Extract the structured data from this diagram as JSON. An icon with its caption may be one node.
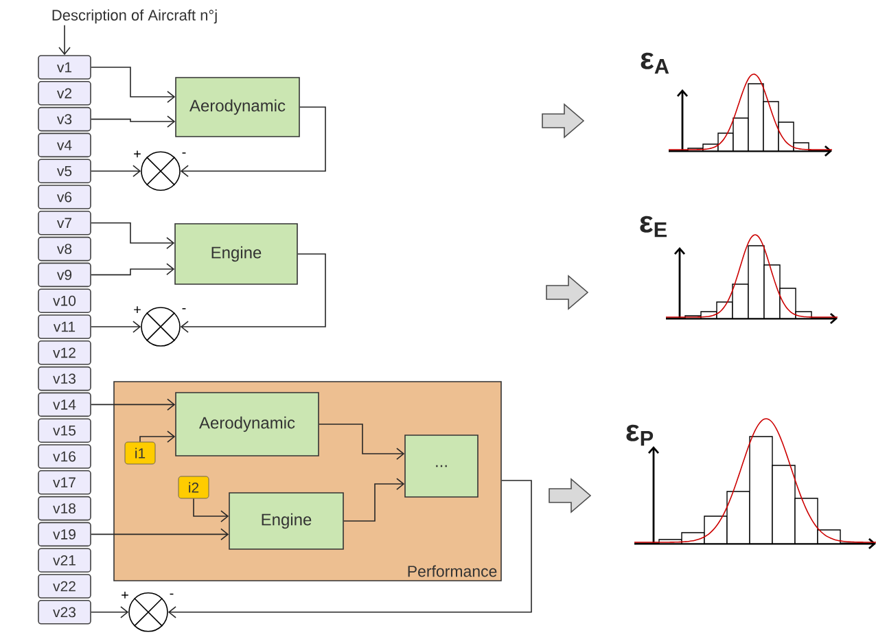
{
  "diagram": {
    "nodes": [
      {
        "text": [
          "Description of Aircraft n°j"
        ]
      },
      {
        "text": [
          "v1"
        ]
      },
      {
        "text": [
          "v2"
        ]
      },
      {
        "text": [
          "v3"
        ]
      },
      {
        "text": [
          "v4"
        ]
      },
      {
        "text": [
          "v5"
        ]
      },
      {
        "text": [
          "v6"
        ]
      },
      {
        "text": [
          "v7"
        ]
      },
      {
        "text": [
          "v8"
        ]
      },
      {
        "text": [
          "v9"
        ]
      },
      {
        "text": [
          "v10"
        ]
      },
      {
        "text": [
          "v11"
        ]
      },
      {
        "text": [
          "v12"
        ]
      },
      {
        "text": [
          "v13"
        ]
      },
      {
        "text": [
          "v14"
        ]
      },
      {
        "text": [
          "v15"
        ]
      },
      {
        "text": [
          "v16"
        ]
      },
      {
        "text": [
          "v17"
        ]
      },
      {
        "text": [
          "v18"
        ]
      },
      {
        "text": [
          "v19"
        ]
      },
      {
        "text": [
          "v21"
        ]
      },
      {
        "text": [
          "v22"
        ]
      },
      {
        "text": [
          "v23"
        ]
      },
      {
        "text": [
          "Aerodynamic"
        ]
      },
      {
        "text": [
          "Engine"
        ]
      },
      {
        "text": [],
        "shape": "circle",
        "beside": [
          "+",
          "-"
        ]
      },
      {
        "text": [],
        "shape": "circle",
        "beside": [
          "+",
          "-"
        ]
      },
      {
        "text": [
          "Performance"
        ]
      },
      {
        "text": [
          "Aerodynamic"
        ],
        "in": 27
      },
      {
        "text": [
          "Engine"
        ],
        "in": 27
      },
      {
        "text": [
          "..."
        ],
        "in": 27
      },
      {
        "text": [
          "i1"
        ],
        "in": 27
      },
      {
        "text": [
          "i2"
        ],
        "in": 27
      },
      {
        "text": [],
        "shape": "circle",
        "beside": [
          "+",
          "-"
        ]
      }
    ],
    "edges": [
      {
        "from": 0,
        "to": 1,
        "arrow": "to"
      },
      {
        "from": 1,
        "to": 23,
        "arrow": "to"
      },
      {
        "from": 3,
        "to": 23,
        "arrow": "to"
      },
      {
        "from": 5,
        "to": 25,
        "arrow": "to"
      },
      {
        "from": 23,
        "to": 25,
        "arrow": "to"
      },
      {
        "from": 7,
        "to": 24,
        "arrow": "to"
      },
      {
        "from": 9,
        "to": 24,
        "arrow": "to"
      },
      {
        "from": 11,
        "to": 26,
        "arrow": "to"
      },
      {
        "from": 24,
        "to": 26,
        "arrow": "to"
      },
      {
        "from": 14,
        "to": 28,
        "arrow": "to"
      },
      {
        "from": 31,
        "to": 28,
        "arrow": "to"
      },
      {
        "from": 32,
        "to": 29,
        "arrow": "to"
      },
      {
        "from": 19,
        "to": 29,
        "arrow": "to"
      },
      {
        "from": 28,
        "to": 30,
        "arrow": "to"
      },
      {
        "from": 29,
        "to": 30,
        "arrow": "to"
      },
      {
        "from": 27,
        "to": 33,
        "arrow": "to"
      },
      {
        "from": 22,
        "to": 33,
        "arrow": "to"
      }
    ],
    "labels": [
      "ε$_{A}$",
      "ε$_{E}$",
      "ε$_{P}$"
    ]
  }
}
